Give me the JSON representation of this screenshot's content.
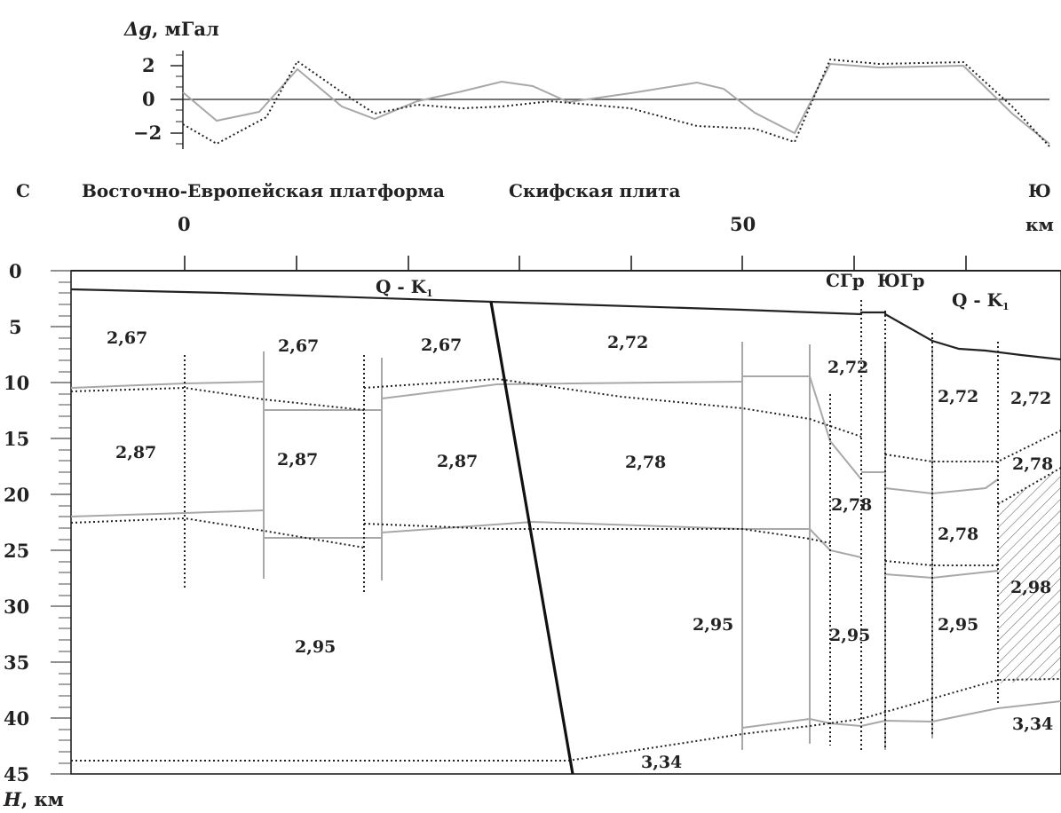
{
  "gravity": {
    "axis_label_symbol": "Δg",
    "axis_label_unit": ", мГал",
    "ticks": [
      "2",
      "0",
      "−2"
    ]
  },
  "header": {
    "north": "С",
    "south": "Ю",
    "region_west": "Восточно-Европейская платформа",
    "region_east": "Скифская плита",
    "km_unit": "км",
    "dist_ticks": [
      "0",
      "50"
    ]
  },
  "section": {
    "depth_ticks": [
      "0",
      "5",
      "10",
      "15",
      "20",
      "25",
      "30",
      "35",
      "40",
      "45"
    ],
    "depth_label_symbol": "H",
    "depth_label_unit": ", км",
    "labels": {
      "qk_left": "Q - K",
      "qk_right": "Q - K",
      "qk_sub": "1",
      "sgr": "СГр",
      "yugr": "ЮГр"
    },
    "densities": {
      "d267a": "2,67",
      "d267b": "2,67",
      "d267c": "2,67",
      "d272a": "2,72",
      "d272b": "2,72",
      "d272c": "2,72",
      "d272d": "2,72",
      "d287a": "2,87",
      "d287b": "2,87",
      "d287c": "2,87",
      "d278a": "2,78",
      "d278b": "2,78",
      "d278c": "2,78",
      "d278d": "2,78",
      "d295a": "2,95",
      "d295b": "2,95",
      "d295c": "2,95",
      "d295d": "2,95",
      "d298": "2,98",
      "d334a": "3,34",
      "d334b": "3,34"
    }
  },
  "colors": {
    "observed": "#a8a8a8",
    "model": "#222222",
    "boundary": "#a8a8a8",
    "hatch": "#555555"
  }
}
